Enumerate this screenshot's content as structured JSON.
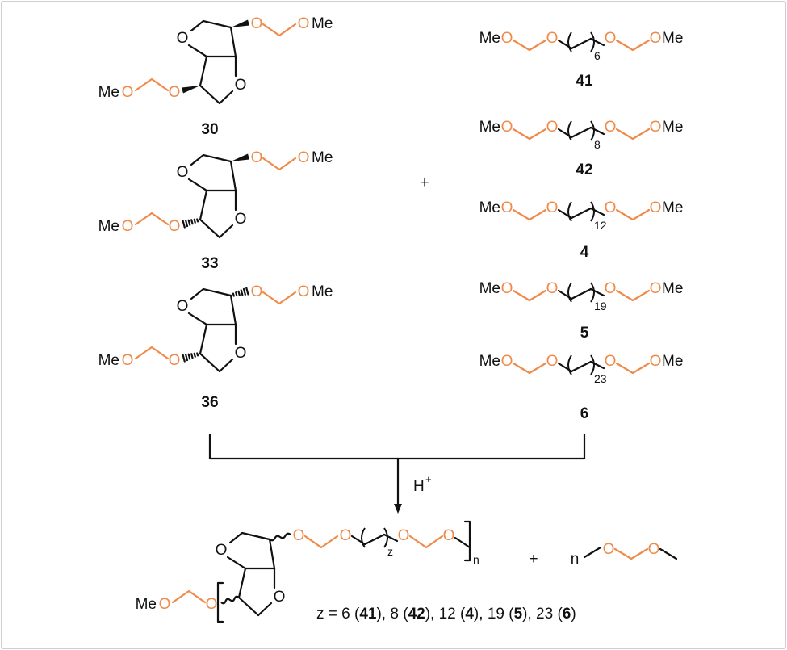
{
  "atoms": {
    "oxygen": "O",
    "methoxy": "Me"
  },
  "left_compounds": [
    {
      "id": "30",
      "stereo": "beta-beta"
    },
    {
      "id": "33",
      "stereo": "beta-alpha"
    },
    {
      "id": "36",
      "stereo": "alpha-alpha"
    }
  ],
  "right_compounds": [
    {
      "id": "41",
      "chain_subscript": "6"
    },
    {
      "id": "42",
      "chain_subscript": "8"
    },
    {
      "id": "4",
      "chain_subscript": "12"
    },
    {
      "id": "5",
      "chain_subscript": "19"
    },
    {
      "id": "6",
      "chain_subscript": "23"
    }
  ],
  "plus": "+",
  "catalyst": {
    "symbol": "H",
    "charge": "+"
  },
  "product": {
    "chain_subscript": "z",
    "repeat_subscript": "n",
    "byproduct_coefficient": "n"
  },
  "z_values": {
    "prefix": "z = ",
    "items": [
      {
        "value": "6",
        "id": "41"
      },
      {
        "value": "8",
        "id": "42"
      },
      {
        "value": "12",
        "id": "4"
      },
      {
        "value": "19",
        "id": "5"
      },
      {
        "value": "23",
        "id": "6"
      }
    ]
  },
  "colors": {
    "bond": "#111111",
    "highlight_oxygen": "#ef8a4a",
    "frame": "#cfcfcf"
  }
}
